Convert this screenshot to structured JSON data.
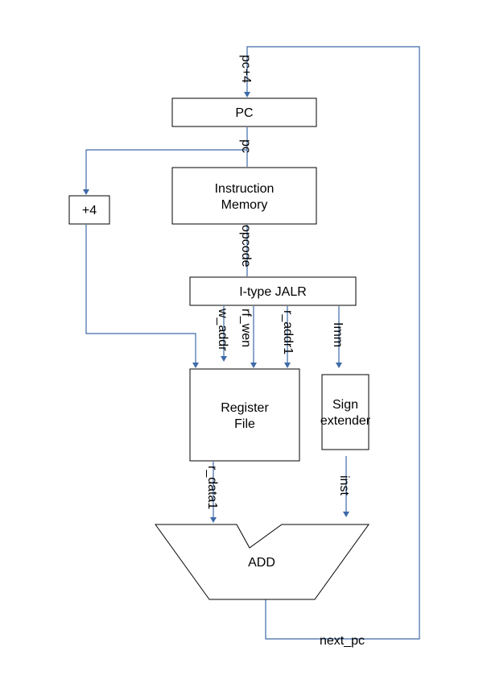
{
  "blocks": {
    "pc": "PC",
    "imem_line1": "Instruction",
    "imem_line2": "Memory",
    "plus4": "+4",
    "decoder": "I-type JALR",
    "regfile_line1": "Register",
    "regfile_line2": "File",
    "sext_line1": "Sign",
    "sext_line2": "extender",
    "adder": "ADD"
  },
  "signals": {
    "pc_plus4": "pc+4",
    "pc": "pc",
    "opcode": "opcode",
    "w_addr": "w_addr",
    "rf_wen": "rf_wen",
    "r_addr1": "r_addr1",
    "imm": "Imm",
    "r_data1": "r_data1",
    "inst": "inst",
    "next_pc": "next_pc"
  },
  "colors": {
    "wire": "#3d6aa8",
    "box_stroke": "#000000"
  }
}
